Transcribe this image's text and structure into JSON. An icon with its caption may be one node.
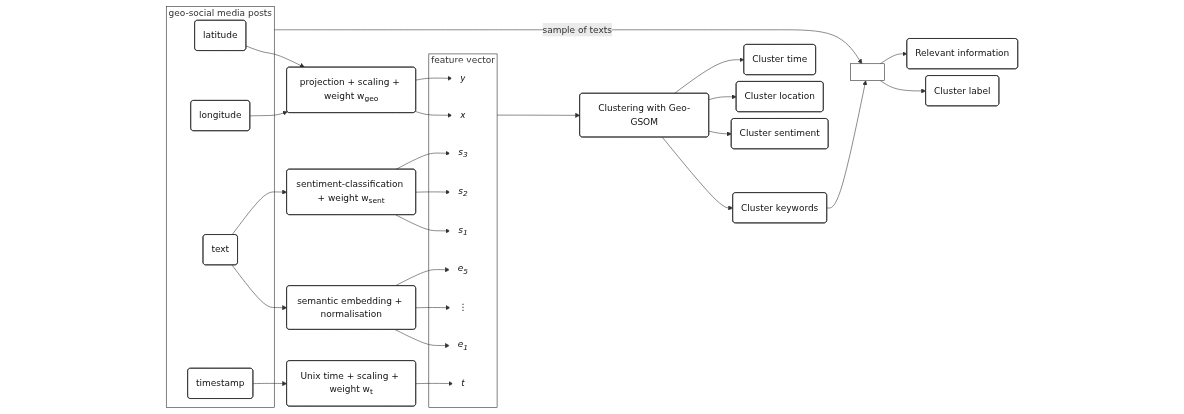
{
  "diagram": {
    "nodes": [
      {
        "text": [
          "geo-social media posts"
        ]
      },
      {
        "text": [
          "latitude"
        ],
        "in": 0
      },
      {
        "text": [
          "longitude"
        ],
        "in": 0
      },
      {
        "text": [
          "text"
        ],
        "in": 0
      },
      {
        "text": [
          "timestamp"
        ],
        "in": 0
      },
      {
        "text": [
          "projection + scaling + weight w$_{geo}$"
        ]
      },
      {
        "text": [
          "semantic embedding + normalisation"
        ]
      },
      {
        "text": [
          "sentiment-classification + weight w$_{sent}$"
        ]
      },
      {
        "text": [
          "Unix time + scaling + weight w$_{t}$"
        ]
      },
      {
        "text": [
          "feature vector"
        ]
      },
      {
        "text": [
          "x"
        ],
        "in": 9
      },
      {
        "text": [
          "y"
        ],
        "in": 9
      },
      {
        "text": [
          "e$_{1}$"
        ],
        "in": 9
      },
      {
        "text": [
          "⋮"
        ],
        "in": 9
      },
      {
        "text": [
          "e$_{5}$"
        ],
        "in": 9
      },
      {
        "text": [
          "s$_{1}$"
        ],
        "in": 9
      },
      {
        "text": [
          "s$_{2}$"
        ],
        "in": 9
      },
      {
        "text": [
          "s$_{3}$"
        ],
        "in": 9
      },
      {
        "text": [
          "t"
        ],
        "in": 9
      },
      {
        "text": [
          "Clustering with Geo-GSOM"
        ]
      },
      {
        "text": [
          "Cluster keywords"
        ]
      },
      {
        "text": [
          "Cluster sentiment"
        ]
      },
      {
        "text": [
          "Cluster location"
        ]
      },
      {
        "text": [
          "Cluster time"
        ]
      },
      {
        "text": [],
        "shape": "box"
      },
      {
        "text": [
          "Cluster label"
        ]
      },
      {
        "text": [
          "Relevant information"
        ]
      }
    ],
    "edges": [
      {
        "from": 1,
        "to": 5,
        "arrow": "to"
      },
      {
        "from": 2,
        "to": 5,
        "arrow": "to"
      },
      {
        "from": 3,
        "to": 6,
        "arrow": "to"
      },
      {
        "from": 3,
        "to": 7,
        "arrow": "to"
      },
      {
        "from": 4,
        "to": 8,
        "arrow": "to"
      },
      {
        "from": 5,
        "to": 10,
        "arrow": "to"
      },
      {
        "from": 5,
        "to": 11,
        "arrow": "to"
      },
      {
        "from": 6,
        "to": 12,
        "arrow": "to"
      },
      {
        "from": 6,
        "to": 13,
        "arrow": "to"
      },
      {
        "from": 6,
        "to": 14,
        "arrow": "to"
      },
      {
        "from": 7,
        "to": 15,
        "arrow": "to"
      },
      {
        "from": 7,
        "to": 16,
        "arrow": "to"
      },
      {
        "from": 7,
        "to": 17,
        "arrow": "to"
      },
      {
        "from": 8,
        "to": 18,
        "arrow": "to"
      },
      {
        "from": 9,
        "to": 19,
        "arrow": "to"
      },
      {
        "from": 19,
        "to": 20,
        "arrow": "to"
      },
      {
        "from": 19,
        "to": 21,
        "arrow": "to"
      },
      {
        "from": 19,
        "to": 22,
        "arrow": "to"
      },
      {
        "from": 19,
        "to": 23,
        "arrow": "to"
      },
      {
        "from": 20,
        "to": 24,
        "arrow": "to"
      },
      {
        "from": 24,
        "to": 25,
        "arrow": "to"
      },
      {
        "from": 24,
        "to": 26,
        "arrow": "to"
      },
      {
        "from": 0,
        "to": 24,
        "label": "sample of texts",
        "arrow": "to"
      }
    ]
  }
}
